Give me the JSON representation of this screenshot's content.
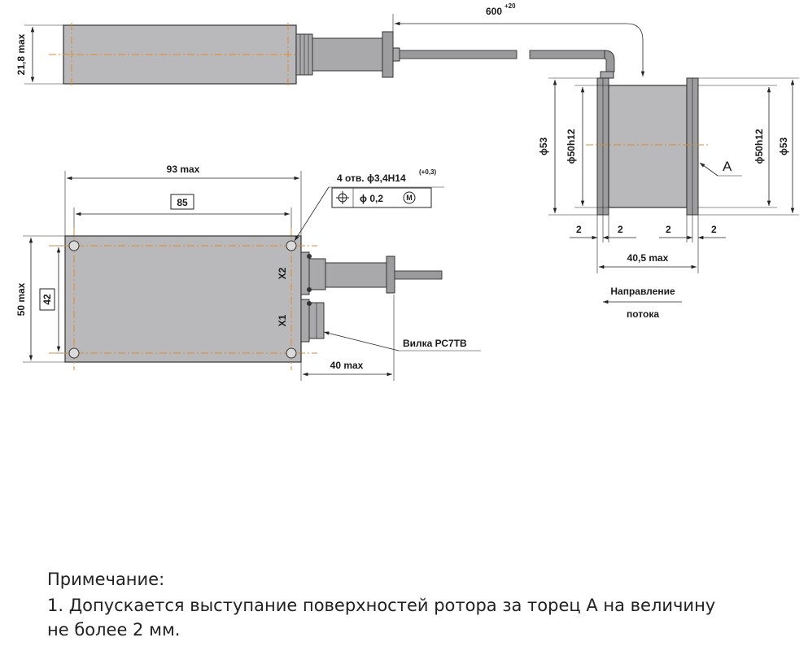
{
  "top_view": {
    "height_label": "21,8 max",
    "cable_length_label": "600",
    "cable_length_tol": "+20"
  },
  "front_view": {
    "width_label": "93 max",
    "hole_spacing_label": "85",
    "height_label": "50 max",
    "hole_vspacing_label": "42",
    "holes_label": "4 отв. ϕ3,4H14",
    "holes_tol": "(+0,3)",
    "position_tol_label": "ϕ 0,2",
    "modifier_label": "M",
    "connector_x1": "X1",
    "connector_x2": "X2",
    "plug_label": "Вилка РС7ТВ",
    "connector_len_label": "40 max"
  },
  "rotor_view": {
    "outer_dia_left": "ϕ53",
    "inner_dia_left": "ϕ50h12",
    "inner_dia_right": "ϕ50h12",
    "outer_dia_right": "ϕ53",
    "face_label": "A",
    "gap_1": "2",
    "gap_2": "2",
    "gap_3": "2",
    "gap_4": "2",
    "length_label": "40,5 max",
    "flow_line1": "Направление",
    "flow_line2": "потока"
  },
  "note": {
    "title": "Примечание:",
    "line1": "1. Допускается выступание поверхностей ротора за торец A на величину",
    "line2": "не более 2 мм."
  }
}
